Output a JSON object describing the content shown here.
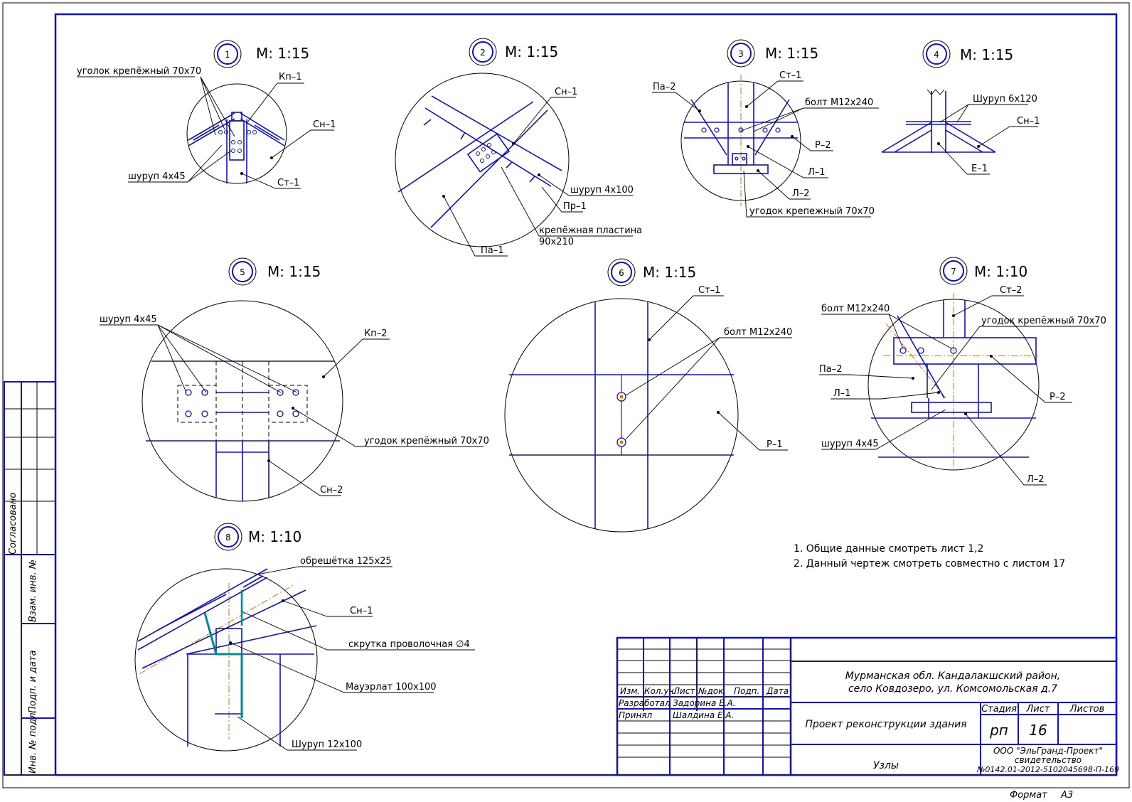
{
  "colors": {
    "lines": "#1010c8",
    "text": "#000000",
    "axis": "#e07000",
    "wire": "#008a8a"
  },
  "nodes": [
    {
      "num": "1",
      "scale": "М: 1:15"
    },
    {
      "num": "2",
      "scale": "М: 1:15"
    },
    {
      "num": "3",
      "scale": "М: 1:15"
    },
    {
      "num": "4",
      "scale": "М: 1:15"
    },
    {
      "num": "5",
      "scale": "М: 1:15"
    },
    {
      "num": "6",
      "scale": "М: 1:15"
    },
    {
      "num": "7",
      "scale": "М: 1:10"
    },
    {
      "num": "8",
      "scale": "М: 1:10"
    }
  ],
  "labels": {
    "n1": {
      "ugolok": "уголок крепёжный 70х70",
      "kp": "Кп–1",
      "sn": "Сн–1",
      "shurup": "шуруп 4х45",
      "st": "Ст–1"
    },
    "n2": {
      "sn": "Сн–1",
      "shurup": "шуруп 4х100",
      "pr": "Пр–1",
      "plast1": "крепёжная пластина",
      "plast2": "90х210",
      "pa": "Па–1"
    },
    "n3": {
      "pa": "Па–2",
      "st": "Ст–1",
      "bolt": "болт М12х240",
      "r": "Р–2",
      "l1": "Л–1",
      "l2": "Л–2",
      "ugolok": "угодок крепежный 70х70"
    },
    "n4": {
      "shurup": "Шуруп 6х120",
      "sn": "Сн–1",
      "e": "Е–1"
    },
    "n5": {
      "shurup": "шуруп 4х45",
      "kp": "Кп–2",
      "ugolok": "угодок крепёжный 70х70",
      "sn": "Сн–2"
    },
    "n6": {
      "st": "Ст–1",
      "bolt": "болт М12х240",
      "r": "Р–1"
    },
    "n7": {
      "st": "Ст–2",
      "bolt": "болт М12х240",
      "ugolok": "угодок крепёжный 70х70",
      "pa": "Па–2",
      "l1": "Л–1",
      "r": "Р–2",
      "shurup": "шуруп 4х45",
      "l2": "Л–2"
    },
    "n8": {
      "obr": "обрешётка 125х25",
      "sn": "Сн–1",
      "skrutka": "скрутка проволочная ∅4",
      "mauer": "Мауэрлат 100х100",
      "shurup": "Шуруп 12х100"
    }
  },
  "notes": [
    "1.  Общие данные смотреть лист 1,2",
    "2.  Данный чертеж смотреть совместно с листом 17"
  ],
  "side_stamp": {
    "soglas": "Согласовано",
    "vzam": "Взам. инв. №",
    "podp": "Подп. и дата",
    "inv": "Инв. № подл."
  },
  "title_block": {
    "cols": [
      "Изм.",
      "Кол.уч.",
      "Лист",
      "№док.",
      "Подп.",
      "Дата"
    ],
    "razrab_label": "Разработал",
    "razrab_name": "Задорина Е.А.",
    "prinyal_label": "Принял",
    "prinyal_name": "Шалдина Е.А.",
    "address1": "Мурманская обл. Кандалакшский район,",
    "address2": "село Ковдозеро, ул. Комсомольская д.7",
    "project": "Проект реконструкции  здания",
    "sheet_title": "Узлы",
    "stadia_label": "Стадия",
    "list_label": "Лист",
    "listov_label": "Листов",
    "stadia": "рп",
    "list": "16",
    "org1": "ООО \"ЭльГранд-Проект\"",
    "org2": "свидетельство",
    "org3": "№0142.01-2012-5102045698-П-169",
    "format_label": "Формат",
    "format": "А3"
  }
}
